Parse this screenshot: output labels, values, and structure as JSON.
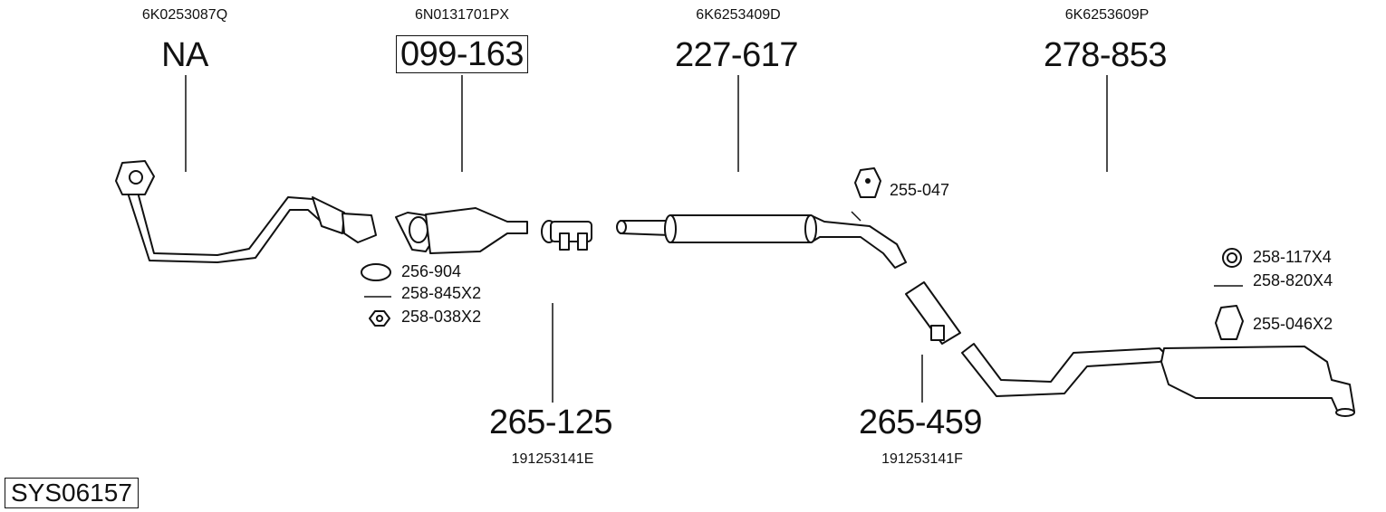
{
  "system_code": "SYS06157",
  "top_parts": [
    {
      "oe": "6K0253087Q",
      "number": "NA",
      "boxed": false
    },
    {
      "oe": "6N0131701PX",
      "number": "099-163",
      "boxed": true
    },
    {
      "oe": "6K6253409D",
      "number": "227-617",
      "boxed": false
    },
    {
      "oe": "6K6253609P",
      "number": "278-853",
      "boxed": false
    }
  ],
  "bottom_parts": [
    {
      "number": "265-125",
      "oe": "191253141E"
    },
    {
      "number": "265-459",
      "oe": "191253141F"
    }
  ],
  "accessories": {
    "cat_kit": [
      "256-904",
      "258-845X2",
      "258-038X2"
    ],
    "middle_hanger": "255-047",
    "rear_kit": [
      "258-117X4",
      "258-820X4",
      "255-046X2"
    ]
  }
}
